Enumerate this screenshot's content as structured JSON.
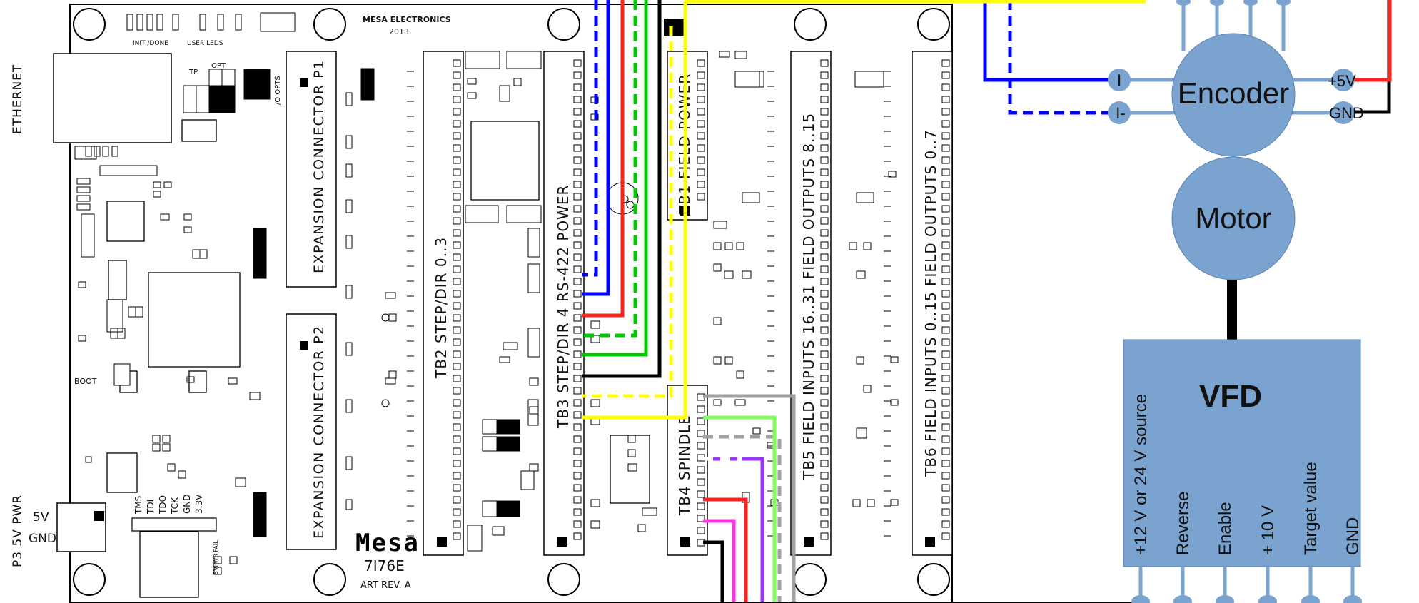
{
  "board": {
    "maker": "MESA ELECTRONICS",
    "year": "2013",
    "model": "7I76E",
    "art_rev": "ART REV. A",
    "logo_text": "Mesa",
    "side_labels": {
      "ethernet": "ETHERNET",
      "power": "P3 5V PWR",
      "pwr_5v": "5V",
      "pwr_gnd": "GND"
    },
    "top_labels": {
      "init_done": "INIT /DONE",
      "user_leds": "USER LEDS",
      "io_opts": "I/O OPTS",
      "tp": "TP",
      "opt": "OPT",
      "boot": "BOOT",
      "pwr_fail": "5VPWR FAIL"
    },
    "jtag_labels": [
      "TMS",
      "TDI",
      "TDO",
      "TCK",
      "GND",
      "3.3V"
    ],
    "connectors": {
      "p1": "EXPANSION CONNECTOR P1",
      "p2": "EXPANSION CONNECTOR P2",
      "tb2": "TB2 STEP/DIR 0..3",
      "tb3": "TB3 STEP/DIR 4 RS-422 POWER",
      "tb1": "TB1 FIELD POWER",
      "tb4": "TB4 SPINDLE",
      "tb5": "TB5 FIELD INPUTS 16..31 FIELD OUTPUTS 8..15",
      "tb6": "TB6 FIELD INPUTS 0..15 FIELD OUTPUTS 0..7"
    }
  },
  "encoder": {
    "label": "Encoder",
    "pin_i": "I",
    "pin_i_neg": "I-",
    "pin_5v": "+5V",
    "pin_gnd": "GND"
  },
  "motor": {
    "label": "Motor"
  },
  "vfd": {
    "label": "VFD",
    "terminals": [
      "+12 V or 24 V source",
      "Reverse",
      "Enable",
      "+ 10 V",
      "Target value",
      "GND"
    ]
  },
  "colors": {
    "node_fill": "#7ba3d0",
    "node_stroke": "#5a82b0",
    "wire_blue": "#0000ff",
    "wire_red": "#ff2020",
    "wire_green": "#00c800",
    "wire_black": "#000000",
    "wire_yellow": "#ffff00",
    "wire_gray": "#a0a0a0",
    "wire_lightgreen": "#80ff60",
    "wire_purple": "#9933ff",
    "wire_magenta": "#ff33dd",
    "encoder_wire": "#7ba3d0"
  }
}
